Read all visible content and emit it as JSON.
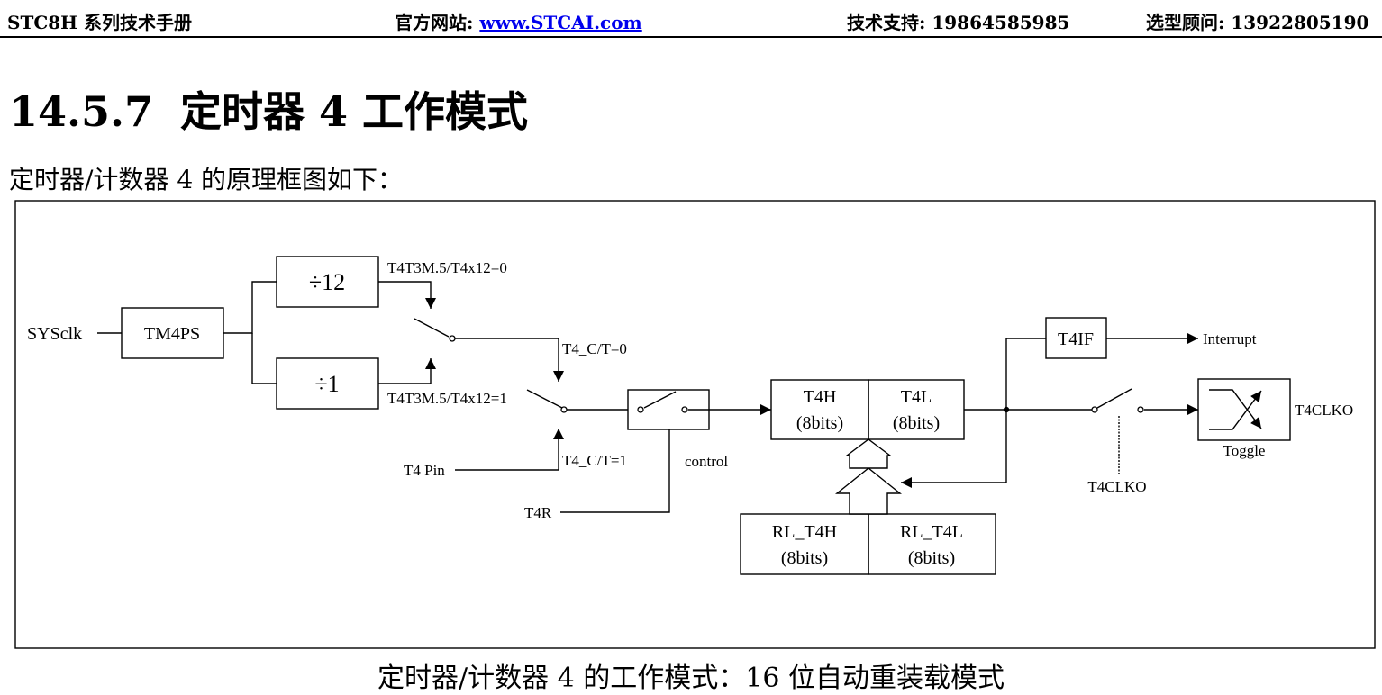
{
  "header": {
    "doc_title": "STC8H 系列技术手册",
    "website_label": "官方网站: ",
    "website_link": "www.STCAI.com",
    "support": "技术支持: 19864585985",
    "advisor": "选型顾问: 13922805190"
  },
  "section": {
    "number": "14.5.7",
    "title": "定时器 4 工作模式"
  },
  "intro": "定时器/计数器 4 的原理框图如下：",
  "diagram": {
    "sysclk": "SYSclk",
    "tm4ps": "TM4PS",
    "div12": "÷12",
    "div1": "÷1",
    "t4x12_0": "T4T3M.5/T4x12=0",
    "t4x12_1": "T4T3M.5/T4x12=1",
    "t4ct0": "T4_C/T=0",
    "t4ct1": "T4_C/T=1",
    "t4pin": "T4 Pin",
    "t4r": "T4R",
    "control": "control",
    "t4h": "T4H",
    "t4h_bits": "(8bits)",
    "t4l": "T4L",
    "t4l_bits": "(8bits)",
    "rl_t4h": "RL_T4H",
    "rl_t4h_bits": "(8bits)",
    "rl_t4l": "RL_T4L",
    "rl_t4l_bits": "(8bits)",
    "t4if": "T4IF",
    "interrupt": "Interrupt",
    "t4clko_out": "T4CLKO",
    "t4clko_ctrl": "T4CLKO",
    "toggle": "Toggle"
  },
  "caption": "定时器/计数器 4 的工作模式：16 位自动重装载模式"
}
